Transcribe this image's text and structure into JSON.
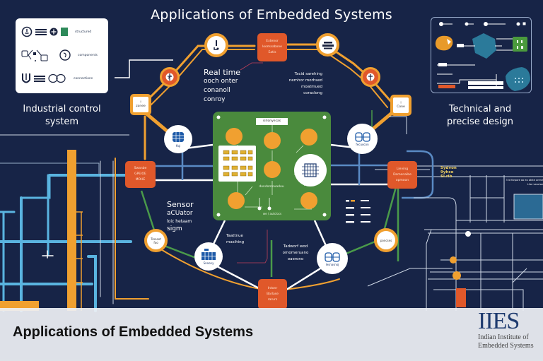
{
  "header": {
    "title": "Applications of Embedded Systems"
  },
  "legend_card": {
    "rows": [
      {
        "icon": "power-symbol-icon",
        "label": "structured"
      },
      {
        "icon": "network-nodes-icon",
        "label": "components"
      },
      {
        "icon": "magnet-icon",
        "label": "connections"
      }
    ]
  },
  "captions": {
    "industrial": [
      "Industrial control",
      "system"
    ],
    "technical": [
      "Technical and",
      "precise design"
    ],
    "realtime": [
      "Real time",
      "ooch onter",
      "conanoll",
      "conroy"
    ],
    "sensor": [
      "Sensor",
      "aCUator",
      "loic hetaam",
      "sigm"
    ],
    "top_right_note": [
      "Tacid sarehing",
      "nemhor morhsed",
      "moatmued",
      "coraclong"
    ],
    "bottom_left_note": [
      "Taattnue",
      "masihing"
    ],
    "bottom_right_note": [
      "Tadworf wod",
      "omomeruano",
      "oaerono"
    ]
  },
  "orange_boxes": {
    "top": [
      "Extenor",
      "loomaabone",
      "Eatis"
    ],
    "left": [
      "Swanbe",
      "GPEIOE",
      "MOHE"
    ],
    "right": [
      "Lieving",
      "Domonaibe",
      "opmoon"
    ],
    "bottom": [
      "Intonr",
      "Barlase",
      "rarurs"
    ]
  },
  "square_nodes": {
    "left": [
      "!",
      "zonee"
    ],
    "right": [
      "!",
      "Cone"
    ]
  },
  "white_nodes": {
    "left_upper": "fiqi",
    "right_upper": "fecuocon",
    "bottom_left": "Snoony",
    "bottom_right": "lesnasnoj",
    "left_lower": [
      "Treaset",
      "foo"
    ],
    "right_lower": "poncses"
  },
  "board": {
    "label": "sirlonyecas",
    "caption_mid": "dondomouadou",
    "caption_low": "we / autclocs"
  },
  "right_labels": [
    "Sydvon",
    "9yhco",
    "Sl.rib"
  ],
  "right_note": [
    "3 ld forpore ao eo atnte onme",
    "Lilor veacioe"
  ],
  "footer": {
    "title": "Applications of Embedded Systems",
    "logo_mark": "IIES",
    "logo_line1": "Indian Institute of",
    "logo_line2": "Embedded Systems"
  },
  "colors": {
    "background": "#172447",
    "orange": "#f0a030",
    "red_orange": "#e0582a",
    "green": "#4a8a3d",
    "pipe_blue": "#5ab4e0",
    "logo_blue": "#1d3a6e"
  }
}
